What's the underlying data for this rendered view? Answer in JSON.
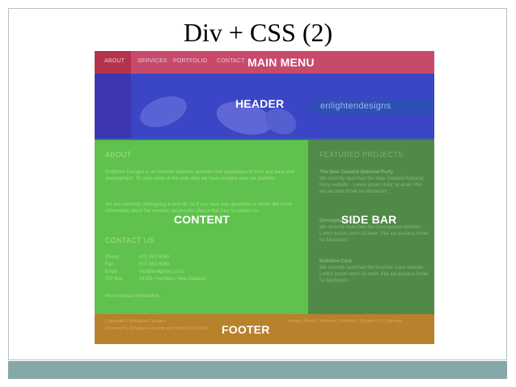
{
  "title": "Div + CSS (2)",
  "menu": {
    "items": [
      "ABOUT",
      "SERVICES",
      "PORTFOLIO",
      "CONTACT"
    ],
    "overlay_label": "MAIN MENU"
  },
  "header": {
    "overlay_label": "HEADER",
    "logo": "enlightendesigns"
  },
  "content": {
    "overlay_label": "CONTENT",
    "about_heading": "ABOUT",
    "about_para1": "Enlighten Designs is an Internet solutions provider that specialises in front and back end development. To view some of the web sites we have created view our portfolio.",
    "about_para2": "We are currently undergoing a face lift, so if you have any questions or would like more information about the services we provide please feel free to contact us.",
    "contact_heading": "CONTACT US",
    "contact_rows": [
      {
        "label": "Phone",
        "value": "(07) 853 6060"
      },
      {
        "label": "Fax",
        "value": "(07) 853 6060"
      },
      {
        "label": "Email",
        "value": "info@enlighten.co.nz"
      },
      {
        "label": "P.O Box",
        "value": "14159, Hamilton, New Zealand"
      }
    ],
    "more_link": "More contact information..."
  },
  "sidebar": {
    "overlay_label": "SIDE BAR",
    "heading": "FEATURED PROJECTS",
    "project1_title": "The New Zealand National Party",
    "project1_text": "We recently launched the New Zealand National Party website - Lorem ipsum dolor sit amet. Pila aia pecania fonak na falunarum.",
    "project2_title": "Greenpeace",
    "project2_text": "We recently launched the Greenpeace website - Lorem ipsum dolor sit amet. Pila aia pecania fonak na falunarum.",
    "project3_title": "Nutrition Care",
    "project3_text": "We recently launched the Nutrition Care website - Lorem ipsum dolor sit amet. Pila aia pecania fonak na falunarum."
  },
  "footer": {
    "overlay_label": "FOOTER",
    "left_text": "Copyright © Enlighten Designs",
    "left_text2": "Powered by Enlighten Hosting and Vadmin 3.0 CMS",
    "right_text": "Home | About | Services | Portfolio | Contact Us | Sitemap"
  },
  "colors": {
    "menu": "#c84a6b",
    "header": "#3a46c5",
    "content": "#5ec24c",
    "sidebar": "#4f8a48",
    "footer": "#b8812c",
    "bottom_bar": "#86a7a7"
  }
}
